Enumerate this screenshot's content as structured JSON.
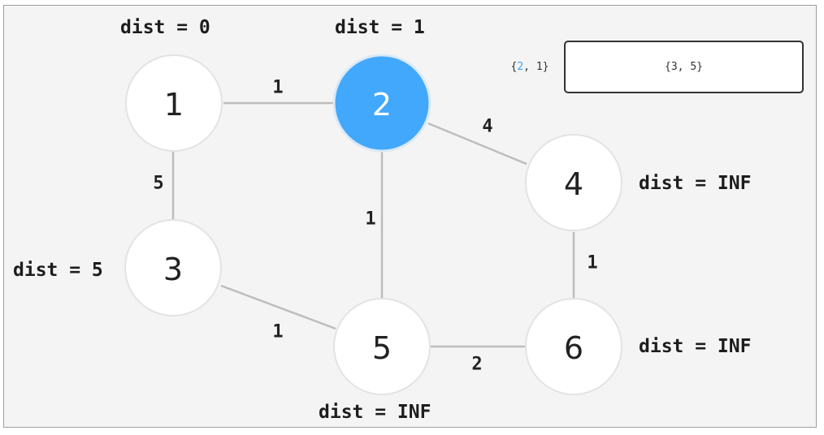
{
  "graph": {
    "current_node": "2",
    "nodes": [
      {
        "id": "1",
        "dist": "dist = 0"
      },
      {
        "id": "2",
        "dist": "dist = 1"
      },
      {
        "id": "3",
        "dist": "dist = 5"
      },
      {
        "id": "4",
        "dist": "dist = INF"
      },
      {
        "id": "5",
        "dist": "dist = INF"
      },
      {
        "id": "6",
        "dist": "dist = INF"
      }
    ],
    "edges": [
      {
        "from": "1",
        "to": "2",
        "weight": "1"
      },
      {
        "from": "1",
        "to": "3",
        "weight": "5"
      },
      {
        "from": "2",
        "to": "4",
        "weight": "4"
      },
      {
        "from": "2",
        "to": "5",
        "weight": "1"
      },
      {
        "from": "3",
        "to": "5",
        "weight": "1"
      },
      {
        "from": "4",
        "to": "6",
        "weight": "1"
      },
      {
        "from": "5",
        "to": "6",
        "weight": "2"
      }
    ]
  },
  "queue": {
    "open_brace": "{",
    "front_node": "2",
    "front_rest": ", 1}",
    "remaining": "{3, 5}"
  },
  "colors": {
    "current_node": "#42a8fb",
    "node_fill": "#ffffff",
    "edge": "#bdbdbd",
    "background": "#f4f4f4"
  }
}
